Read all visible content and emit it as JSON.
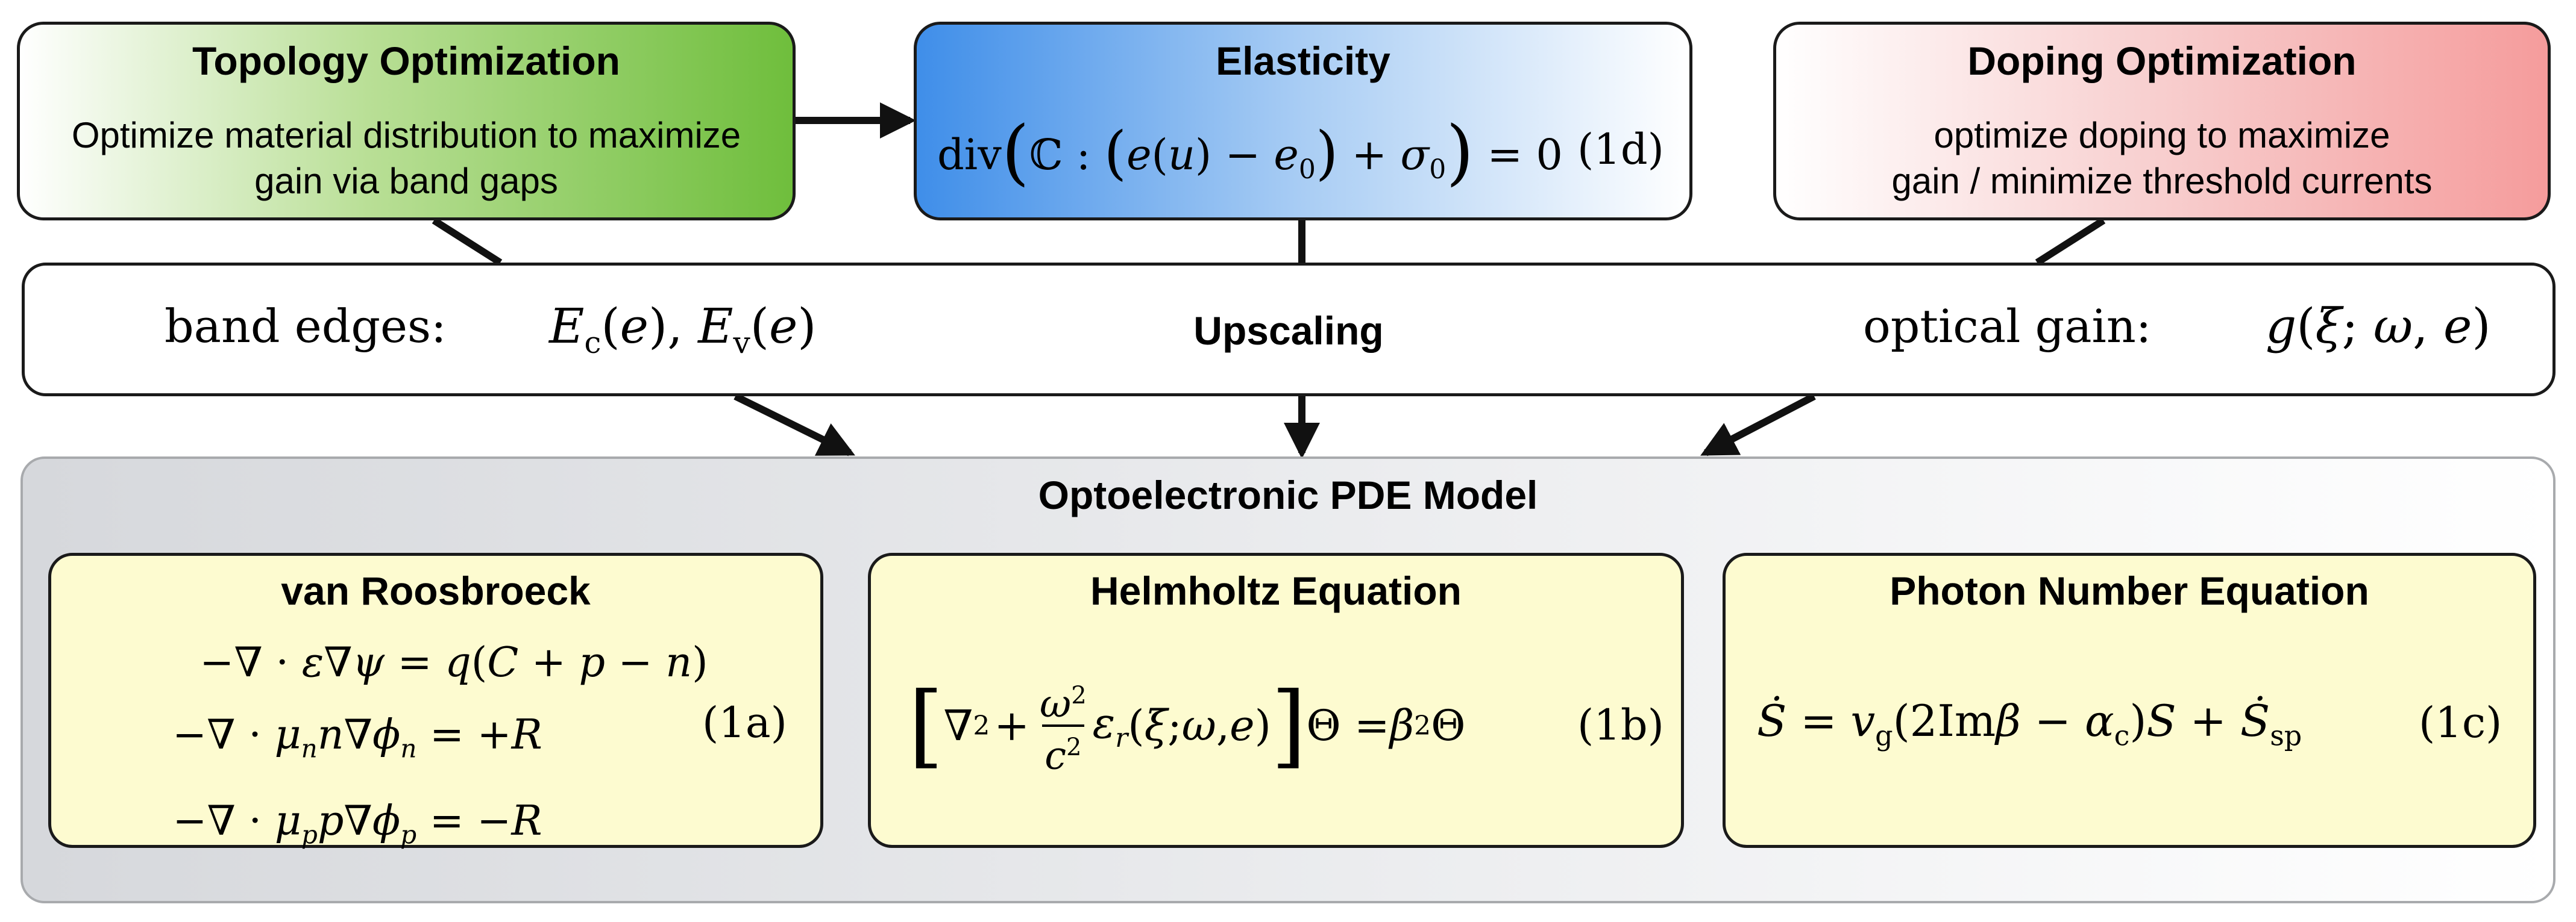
{
  "topology": {
    "title": "Topology Optimization",
    "description_lines": [
      "Optimize material distribution to maximize",
      "gain via band gaps"
    ],
    "color": "#6fbe3c"
  },
  "elasticity": {
    "title": "Elasticity",
    "equation_number": "(1d)",
    "color": "#3f8ee9"
  },
  "doping": {
    "title": "Doping Optimization",
    "description_lines": [
      "optimize doping to maximize",
      "gain / minimize threshold currents"
    ],
    "color": "#f59c9c"
  },
  "upscaling": {
    "title": "Upscaling",
    "band_edges_label": "band edges:",
    "optical_gain_label": "optical gain:"
  },
  "pde_model": {
    "title": "Optoelectronic PDE Model",
    "van_roosbroeck": {
      "title": "van Roosbroeck",
      "equation_number": "(1a)"
    },
    "helmholtz": {
      "title": "Helmholtz Equation",
      "equation_number": "(1b)"
    },
    "photon_number": {
      "title": "Photon Number Equation",
      "equation_number": "(1c)"
    },
    "box_color": "#fdfbd0"
  }
}
